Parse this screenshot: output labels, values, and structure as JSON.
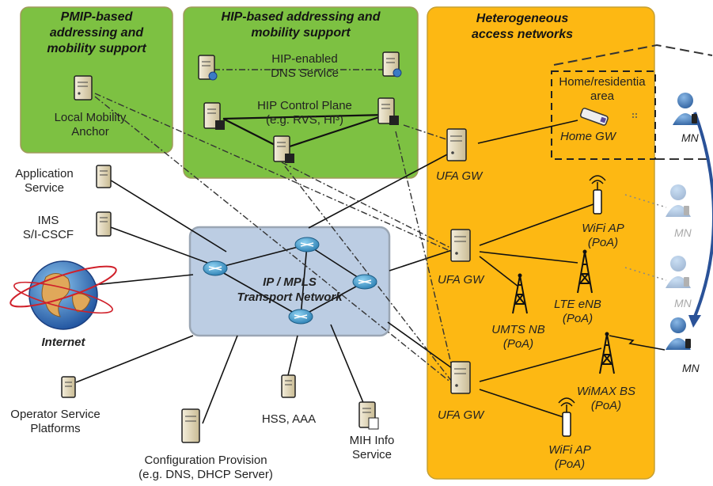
{
  "regions": {
    "pmip": "PMIP-based\naddressing and\nmobility support",
    "hip": "HIP-based addressing and\nmobility support",
    "access": "Heterogeneous\naccess networks",
    "home": "Home/residentia\narea"
  },
  "core": {
    "label": "IP / MPLS\nTransport Network"
  },
  "nodes": {
    "lma": "Local Mobility\nAnchor",
    "hip_dns": "HIP-enabled\nDNS Service",
    "hip_control": "HIP Control Plane\n(e.g. RVS, HI³)",
    "app_service": "Application\nService",
    "ims": "IMS\nS/I-CSCF",
    "internet": "Internet",
    "operator": "Operator Service\nPlatforms",
    "config": "Configuration Provision\n(e.g. DNS, DHCP Server)",
    "hss": "HSS, AAA",
    "mih": "MIH Info\nService",
    "ufa1": "UFA GW",
    "ufa2": "UFA GW",
    "ufa3": "UFA GW",
    "home_gw": "Home GW",
    "wifi1": "WiFi AP\n(PoA)",
    "lte": "LTE eNB\n(PoA)",
    "umts": "UMTS NB\n(PoA)",
    "wimax": "WiMAX BS\n(PoA)",
    "wifi2": "WiFi AP\n(PoA)",
    "mn": "MN"
  },
  "colors": {
    "green_region": "#7dc142",
    "orange_region": "#fdb813",
    "core_fill": "#bccde3",
    "server": "#e6dcc0",
    "router": "#3f9fd0",
    "mobility_arrow": "#2a5298"
  }
}
